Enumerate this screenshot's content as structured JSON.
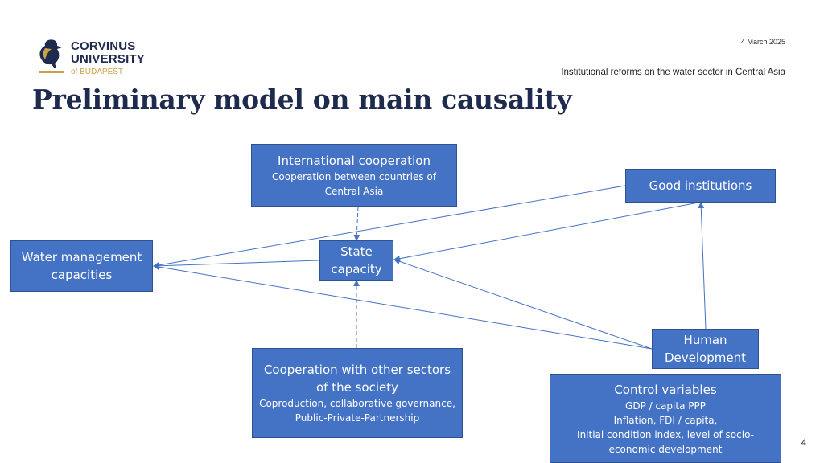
{
  "header": {
    "logo": {
      "line1": "CORVINUS",
      "line2": "UNIVERSITY",
      "line3": "of BUDAPEST",
      "icon": "raven-icon"
    },
    "date": "4 March 2025",
    "subtitle": "Institutional reforms on the water sector in Central Asia",
    "title": "Preliminary model on main causality"
  },
  "nodes": {
    "international_cooperation": {
      "title": "International cooperation",
      "subtitle": "Cooperation between countries of Central Asia"
    },
    "good_institutions": {
      "title": "Good institutions"
    },
    "water_management": {
      "title": "Water management capacities"
    },
    "state_capacity": {
      "title": "State capacity"
    },
    "human_development": {
      "title": "Human Development"
    },
    "cooperation_sectors": {
      "title": "Cooperation with other sectors of the society",
      "subtitle": "Coproduction, collaborative governance, Public-Private-Partnership"
    },
    "control_variables": {
      "title": "Control variables",
      "lines": [
        "GDP / capita PPP",
        "Inflation, FDI / capita,",
        "Initial condition index, level of socio-economic development"
      ]
    }
  },
  "edges": [
    {
      "from": "good_institutions",
      "to": "water_management",
      "style": "solid"
    },
    {
      "from": "good_institutions",
      "to": "state_capacity",
      "style": "solid"
    },
    {
      "from": "state_capacity",
      "to": "water_management",
      "style": "solid"
    },
    {
      "from": "human_development",
      "to": "water_management",
      "style": "solid"
    },
    {
      "from": "human_development",
      "to": "state_capacity",
      "style": "solid"
    },
    {
      "from": "human_development",
      "to": "good_institutions",
      "style": "solid"
    },
    {
      "from": "international_cooperation",
      "to": "state_capacity",
      "style": "dashed"
    },
    {
      "from": "cooperation_sectors",
      "to": "state_capacity",
      "style": "dashed"
    }
  ],
  "colors": {
    "box_fill": "#4472c4",
    "box_border": "#2f528f",
    "arrow": "#4472c4",
    "title": "#1f2a4f",
    "logo_gold": "#c8a24a"
  },
  "page_number": "4"
}
